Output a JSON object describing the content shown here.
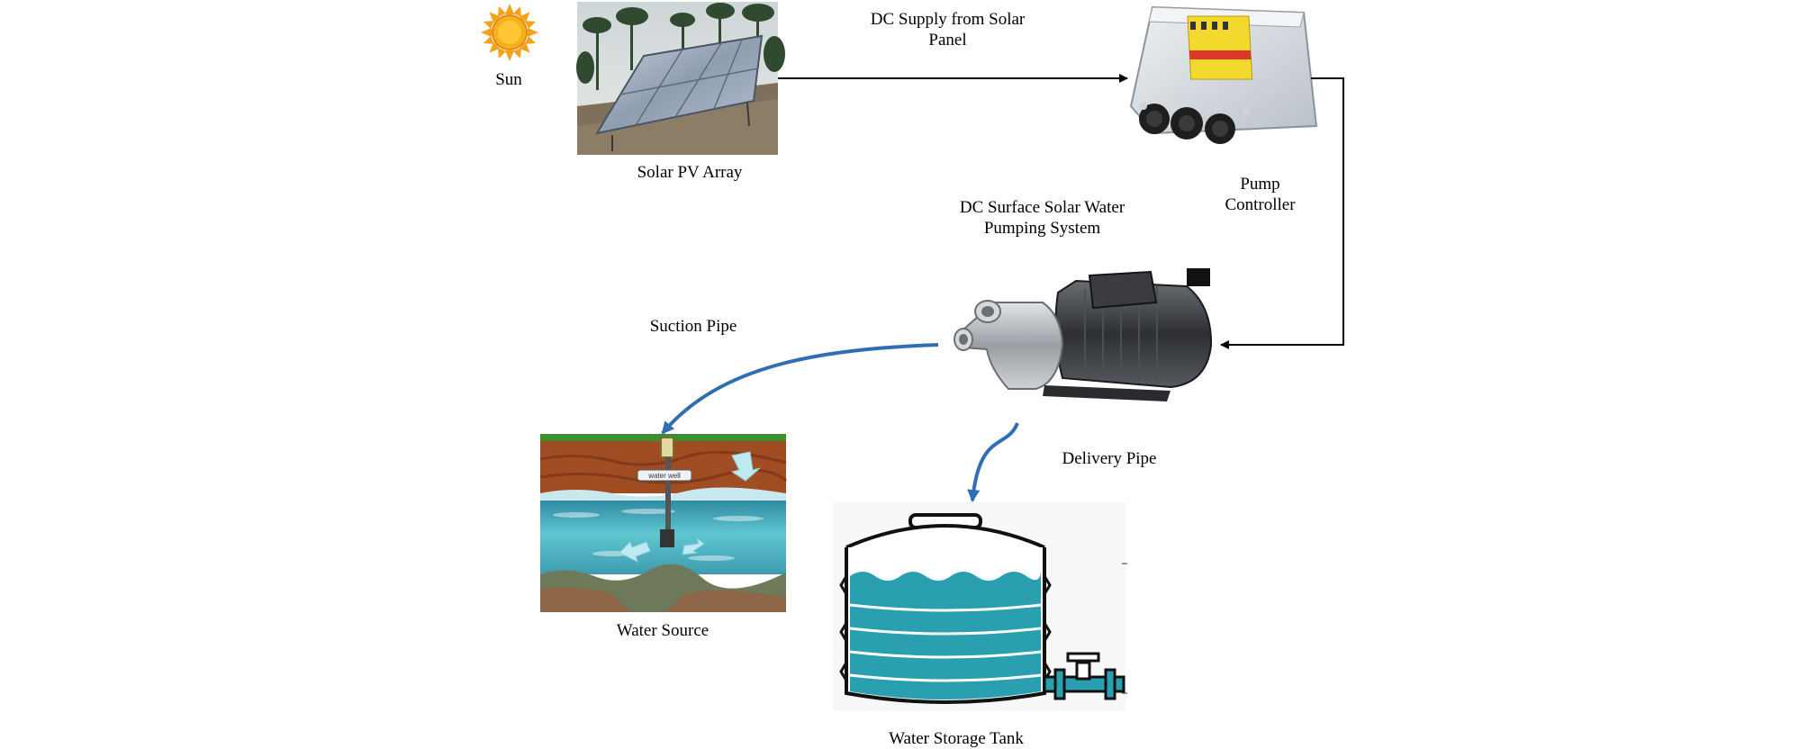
{
  "labels": {
    "sun": "Sun",
    "solar_pv_array": "Solar PV Array",
    "dc_supply": "DC Supply from Solar Panel",
    "pump_controller": "Pump Controller",
    "pumping_system": "DC Surface Solar Water Pumping System",
    "suction_pipe": "Suction Pipe",
    "delivery_pipe": "Delivery Pipe",
    "water_source": "Water Source",
    "water_storage_tank": "Water Storage Tank",
    "well_sign": "water well"
  },
  "colors": {
    "arrow_black": "#000000",
    "arrow_blue": "#2f6eb5",
    "sun": "#f4a21a",
    "water": "#2a9fb0",
    "soil": "#a14d24"
  }
}
